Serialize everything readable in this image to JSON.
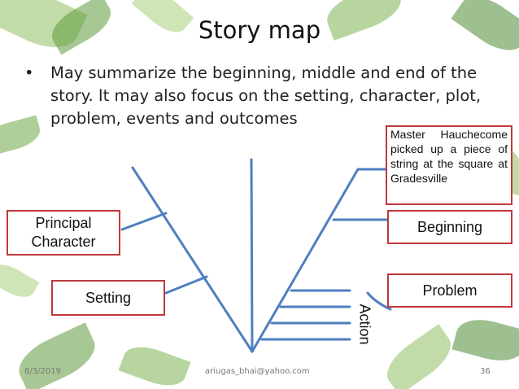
{
  "slide": {
    "title": "Story map",
    "bullet_symbol": "•",
    "bullet": "May summarize the beginning, middle and end of the story. It may also focus on the setting, character, plot, problem, events and outcomes"
  },
  "diagram": {
    "principal_character": "Principal Character",
    "setting": "Setting",
    "master_text": "Master Hauchecome picked up a piece of string at the square at Gradesville",
    "beginning": "Beginning",
    "problem": "Problem",
    "action": "Action",
    "line_color": "#4f7fc0",
    "box_border_color": "#c0393b"
  },
  "footer": {
    "date": "8/3/2019",
    "email": "ariugas_bhai@yahoo.com",
    "page": "36"
  },
  "colors": {
    "leaf_light": "#a8cf7a",
    "leaf_dark": "#4e8a34"
  }
}
